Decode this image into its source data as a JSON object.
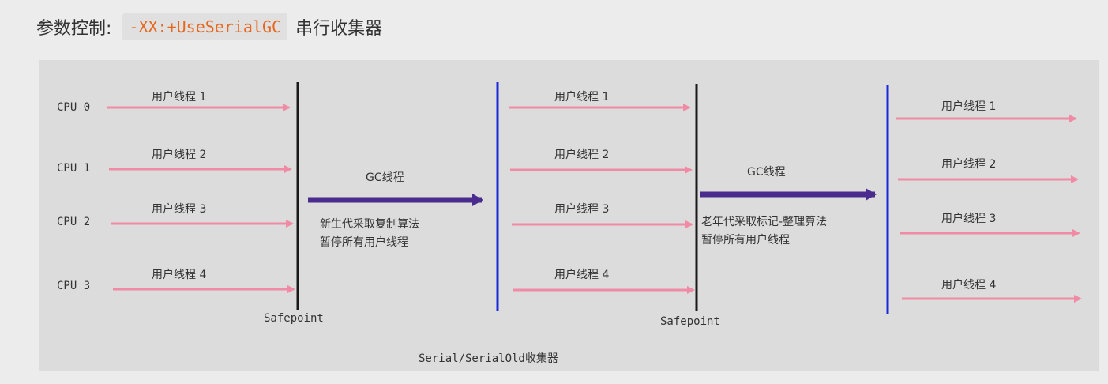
{
  "header": {
    "label": "参数控制:",
    "code": "-XX:+UseSerialGC",
    "suffix": "串行收集器"
  },
  "diagram": {
    "cpus": [
      "CPU 0",
      "CPU 1",
      "CPU 2",
      "CPU 3"
    ],
    "user_threads": [
      "用户线程 1",
      "用户线程 2",
      "用户线程 3",
      "用户线程 4"
    ],
    "gc_phases": [
      {
        "gc_label": "GC线程",
        "desc_line1": "新生代采取复制算法",
        "desc_line2": "暂停所有用户线程",
        "safepoint": "Safepoint"
      },
      {
        "gc_label": "GC线程",
        "desc_line1": "老年代采取标记-整理算法",
        "desc_line2": "暂停所有用户线程",
        "safepoint": "Safepoint"
      }
    ],
    "caption": "Serial/SerialOld收集器",
    "colors": {
      "user_arrow": "#f08aa5",
      "gc_arrow": "#4a2b8e",
      "black_line": "#1a1a1a",
      "blue_line": "#1a2ad8",
      "text": "#333333"
    }
  }
}
